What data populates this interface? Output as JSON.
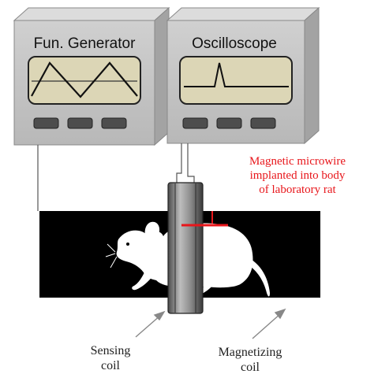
{
  "instruments": {
    "generator": {
      "label": "Fun. Generator"
    },
    "oscilloscope": {
      "label": "Oscilloscope"
    }
  },
  "annotation": {
    "lines": [
      "Magnetic microwire",
      "implanted into body",
      "of laboratory rat"
    ],
    "color": "#e8161b"
  },
  "labels": {
    "sensing_coil": [
      "Sensing",
      "coil"
    ],
    "magnetizing_coil": [
      "Magnetizing",
      "coil"
    ]
  },
  "colors": {
    "box_front": "#c4c4c4",
    "box_side": "#9f9f9f",
    "box_top": "#dadada",
    "screen": "#dcd6b6",
    "magnetizing_coil": "#000000",
    "rat": "#ffffff"
  }
}
